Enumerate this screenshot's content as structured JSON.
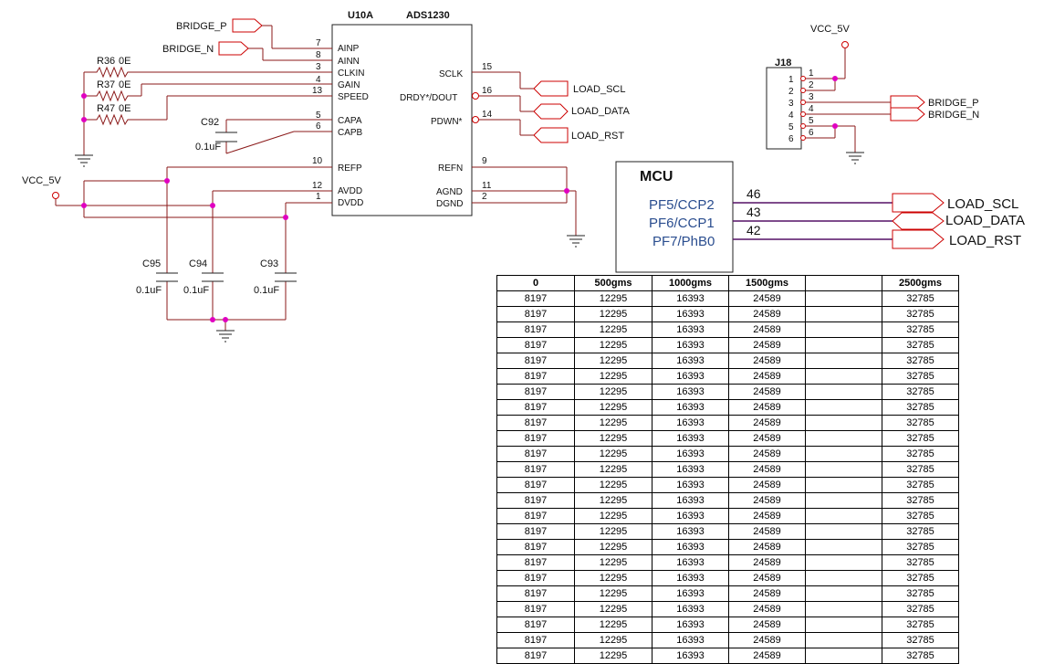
{
  "adc": {
    "ref": "U10A",
    "part": "ADS1230",
    "left_pins": [
      {
        "num": "7",
        "name": "AINP"
      },
      {
        "num": "8",
        "name": "AINN"
      },
      {
        "num": "3",
        "name": "CLKIN"
      },
      {
        "num": "4",
        "name": "GAIN"
      },
      {
        "num": "13",
        "name": "SPEED"
      },
      {
        "num": "5",
        "name": "CAPA"
      },
      {
        "num": "6",
        "name": "CAPB"
      },
      {
        "num": "10",
        "name": "REFP"
      },
      {
        "num": "12",
        "name": "AVDD"
      },
      {
        "num": "1",
        "name": "DVDD"
      }
    ],
    "right_pins": [
      {
        "num": "15",
        "name": "SCLK"
      },
      {
        "num": "16",
        "name": "DRDY*/DOUT"
      },
      {
        "num": "14",
        "name": "PDWN*"
      },
      {
        "num": "9",
        "name": "REFN"
      },
      {
        "num": "11",
        "name": "AGND"
      },
      {
        "num": "2",
        "name": "DGND"
      }
    ]
  },
  "nets": {
    "bridge_p": "BRIDGE_P",
    "bridge_n": "BRIDGE_N",
    "load_scl": "LOAD_SCL",
    "load_data": "LOAD_DATA",
    "load_rst": "LOAD_RST",
    "vcc": "VCC_5V"
  },
  "resistors": [
    {
      "ref": "R36",
      "value": "0E"
    },
    {
      "ref": "R37",
      "value": "0E"
    },
    {
      "ref": "R47",
      "value": "0E"
    }
  ],
  "capacitors": [
    {
      "ref": "C92",
      "value": "0.1uF"
    },
    {
      "ref": "C95",
      "value": "0.1uF"
    },
    {
      "ref": "C94",
      "value": "0.1uF"
    },
    {
      "ref": "C93",
      "value": "0.1uF"
    }
  ],
  "connector": {
    "ref": "J18",
    "vcc": "VCC_5V",
    "left_nums": [
      "1",
      "2",
      "3",
      "4",
      "5",
      "6"
    ],
    "right_nums": [
      "1",
      "2",
      "3",
      "4",
      "5",
      "6"
    ]
  },
  "mcu": {
    "title": "MCU",
    "pins": [
      {
        "signal": "PF5/CCP2",
        "num": "46",
        "net": "LOAD_SCL"
      },
      {
        "signal": "PF6/CCP1",
        "num": "43",
        "net": "LOAD_DATA"
      },
      {
        "signal": "PF7/PhB0",
        "num": "42",
        "net": "LOAD_RST"
      }
    ]
  },
  "table": {
    "headers": [
      "0",
      "500gms",
      "1000gms",
      "1500gms",
      "",
      "2500gms"
    ],
    "rows": [
      [
        "8197",
        "12295",
        "16393",
        "24589",
        "",
        "32785"
      ],
      [
        "8197",
        "12295",
        "16393",
        "24589",
        "",
        "32785"
      ],
      [
        "8197",
        "12295",
        "16393",
        "24589",
        "",
        "32785"
      ],
      [
        "8197",
        "12295",
        "16393",
        "24589",
        "",
        "32785"
      ],
      [
        "8197",
        "12295",
        "16393",
        "24589",
        "",
        "32785"
      ],
      [
        "8197",
        "12295",
        "16393",
        "24589",
        "",
        "32785"
      ],
      [
        "8197",
        "12295",
        "16393",
        "24589",
        "",
        "32785"
      ],
      [
        "8197",
        "12295",
        "16393",
        "24589",
        "",
        "32785"
      ],
      [
        "8197",
        "12295",
        "16393",
        "24589",
        "",
        "32785"
      ],
      [
        "8197",
        "12295",
        "16393",
        "24589",
        "",
        "32785"
      ],
      [
        "8197",
        "12295",
        "16393",
        "24589",
        "",
        "32785"
      ],
      [
        "8197",
        "12295",
        "16393",
        "24589",
        "",
        "32785"
      ],
      [
        "8197",
        "12295",
        "16393",
        "24589",
        "",
        "32785"
      ],
      [
        "8197",
        "12295",
        "16393",
        "24589",
        "",
        "32785"
      ],
      [
        "8197",
        "12295",
        "16393",
        "24589",
        "",
        "32785"
      ],
      [
        "8197",
        "12295",
        "16393",
        "24589",
        "",
        "32785"
      ],
      [
        "8197",
        "12295",
        "16393",
        "24589",
        "",
        "32785"
      ],
      [
        "8197",
        "12295",
        "16393",
        "24589",
        "",
        "32785"
      ],
      [
        "8197",
        "12295",
        "16393",
        "24589",
        "",
        "32785"
      ],
      [
        "8197",
        "12295",
        "16393",
        "24589",
        "",
        "32785"
      ],
      [
        "8197",
        "12295",
        "16393",
        "24589",
        "",
        "32785"
      ],
      [
        "8197",
        "12295",
        "16393",
        "24589",
        "",
        "32785"
      ],
      [
        "8197",
        "12295",
        "16393",
        "24589",
        "",
        "32785"
      ],
      [
        "8197",
        "12295",
        "16393",
        "24589",
        "",
        "32785"
      ]
    ]
  }
}
